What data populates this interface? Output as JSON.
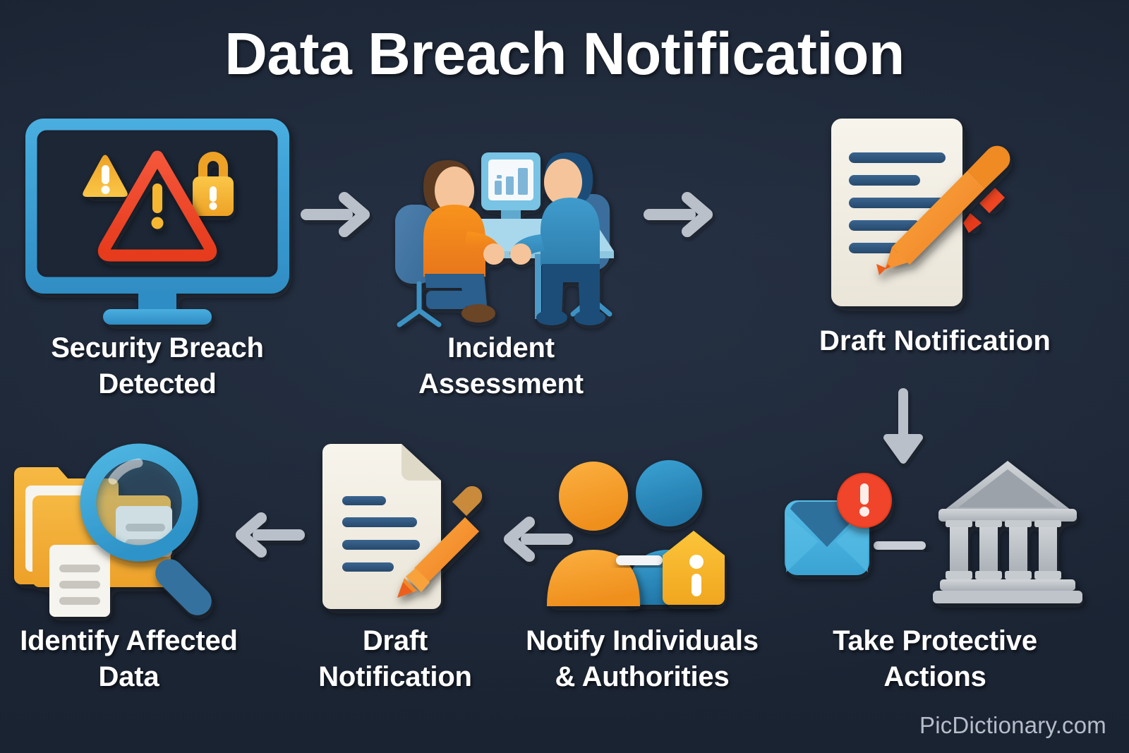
{
  "title": "Data Breach Notification",
  "watermark": "PicDictionary.com",
  "colors": {
    "background": "#1e2838",
    "title_text": "#ffffff",
    "caption_text": "#ffffff",
    "arrow": "#b9c0ca",
    "warning_yellow": "#f5b731",
    "alert_red": "#ef4423",
    "monitor_blue": "#3d9ed6",
    "document_cream": "#f2eee4",
    "document_line_blue": "#2f5b83",
    "pencil_orange": "#f5942c",
    "folder_orange": "#f0a72e",
    "person_orange": "#f59a22",
    "person_blue": "#2a8fc4",
    "building_grey": "#b6bcc2",
    "envelope_blue": "#4bb4e0",
    "watermark_text": "#c4cad6"
  },
  "diagram": {
    "type": "process-flow",
    "flow_direction": "left-to-right on top row, down on right, right-to-left on bottom row",
    "steps": [
      {
        "id": "security-breach-detected",
        "order": 1,
        "label": "Security Breach\nDetected",
        "icon": "monitor-warning-lock-icon",
        "icon_parts": [
          "computer-monitor",
          "yellow-warning-triangle",
          "red-warning-triangle",
          "yellow-padlock"
        ]
      },
      {
        "id": "incident-assessment",
        "order": 2,
        "label": "Incident\nAssessment",
        "icon": "two-people-at-desk-icon",
        "icon_parts": [
          "person-orange-shirt",
          "person-blue-shirt",
          "office-chair",
          "desk",
          "monitor-bar-chart"
        ]
      },
      {
        "id": "draft-notification-top",
        "order": 3,
        "label": "Draft Notification",
        "icon": "document-pencil-icon",
        "icon_parts": [
          "cream-document",
          "five-text-lines",
          "orange-pencil"
        ]
      },
      {
        "id": "take-protective-actions",
        "order": 4,
        "label": "Take Protective\nActions",
        "icon": "envelope-alert-bank-icon",
        "icon_parts": [
          "blue-envelope",
          "red-alert-badge",
          "grey-government-building"
        ]
      },
      {
        "id": "notify-individuals-authorities",
        "order": 5,
        "label": "Notify Individuals\n& Authorities",
        "icon": "two-avatars-info-icon",
        "icon_parts": [
          "orange-avatar",
          "blue-avatar",
          "yellow-info-badge"
        ]
      },
      {
        "id": "draft-notification-bottom",
        "order": 6,
        "label": "Draft\nNotification",
        "icon": "document-pencil-icon",
        "icon_parts": [
          "cream-document-folded-corner",
          "four-text-lines",
          "orange-pencil"
        ]
      },
      {
        "id": "identify-affected-data",
        "order": 7,
        "label": "Identify Affected\nData",
        "icon": "folders-magnifier-icon",
        "icon_parts": [
          "orange-folders",
          "white-documents",
          "blue-magnifying-glass"
        ]
      }
    ],
    "arrows": [
      {
        "id": "arrow-1",
        "direction": "right",
        "from": "security-breach-detected",
        "to": "incident-assessment"
      },
      {
        "id": "arrow-2",
        "direction": "right",
        "from": "incident-assessment",
        "to": "draft-notification-top"
      },
      {
        "id": "arrow-3",
        "direction": "down",
        "from": "draft-notification-top",
        "to": "take-protective-actions"
      },
      {
        "id": "arrow-4",
        "direction": "left",
        "from": "take-protective-actions",
        "to": "notify-individuals-authorities"
      },
      {
        "id": "arrow-5",
        "direction": "left",
        "from": "draft-notification-bottom",
        "to": "identify-affected-data"
      }
    ]
  }
}
